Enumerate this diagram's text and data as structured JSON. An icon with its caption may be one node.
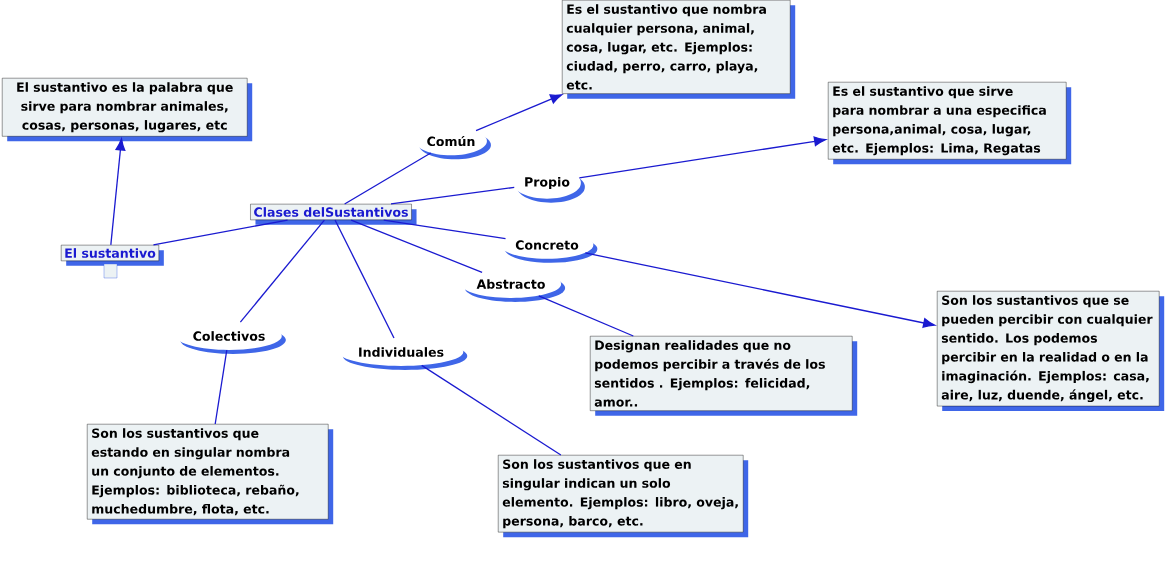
{
  "diagram": {
    "nodes": [
      {
        "text": [
          "El sustantivo"
        ]
      },
      {
        "text": [
          "El sustantivo es la palabra que sirve para nombrar animales, cosas, personas, lugares, etc"
        ]
      },
      {
        "text": [
          "Clases delSustantivos"
        ]
      },
      {
        "text": [
          "Común"
        ]
      },
      {
        "text": [
          "Propio"
        ]
      },
      {
        "text": [
          "Concreto"
        ]
      },
      {
        "text": [
          "Abstracto"
        ]
      },
      {
        "text": [
          "Colectivos"
        ]
      },
      {
        "text": [
          "Individuales"
        ]
      },
      {
        "text": [
          "Es el sustantivo que nombra cualquier persona, animal, cosa, lugar, etc. Ejemplos: ciudad, perro, carro, playa, etc."
        ]
      },
      {
        "text": [
          "Es el sustantivo que sirve para nombrar a una especifica persona,animal, cosa, lugar, etc. Ejemplos: Lima, Regatas"
        ]
      },
      {
        "text": [
          "Son los sustantivos que se pueden percibir con cualquier sentido. Los podemos percibir en la realidad o en la imaginación. Ejemplos: casa, aire, luz, duende, ángel, etc."
        ]
      },
      {
        "text": [
          "Designan realidades que no podemos percibir a través de los sentidos . Ejemplos: felicidad, amor.."
        ]
      },
      {
        "text": [
          "Son los sustantivos que estando en singular nombra un conjunto de elementos. Ejemplos: biblioteca, rebaño, muchedumbre, flota, etc."
        ]
      },
      {
        "text": [
          "Son los sustantivos que en singular indican un solo elemento. Ejemplos: libro, oveja, persona, barco, etc."
        ]
      }
    ],
    "edges": [
      {
        "from": 0,
        "to": 1,
        "arrow": "to"
      },
      {
        "from": 0,
        "to": 2,
        "arrow": "none"
      },
      {
        "from": 2,
        "to": 3,
        "arrow": "none"
      },
      {
        "from": 2,
        "to": 4,
        "arrow": "none"
      },
      {
        "from": 2,
        "to": 5,
        "arrow": "none"
      },
      {
        "from": 2,
        "to": 6,
        "arrow": "none"
      },
      {
        "from": 2,
        "to": 7,
        "arrow": "none"
      },
      {
        "from": 2,
        "to": 8,
        "arrow": "none"
      },
      {
        "from": 3,
        "to": 9,
        "arrow": "to"
      },
      {
        "from": 4,
        "to": 10,
        "arrow": "to"
      },
      {
        "from": 5,
        "to": 11,
        "arrow": "to"
      },
      {
        "from": 6,
        "to": 12,
        "arrow": "none"
      },
      {
        "from": 7,
        "to": 13,
        "arrow": "none"
      },
      {
        "from": 8,
        "to": 14,
        "arrow": "none"
      }
    ]
  }
}
